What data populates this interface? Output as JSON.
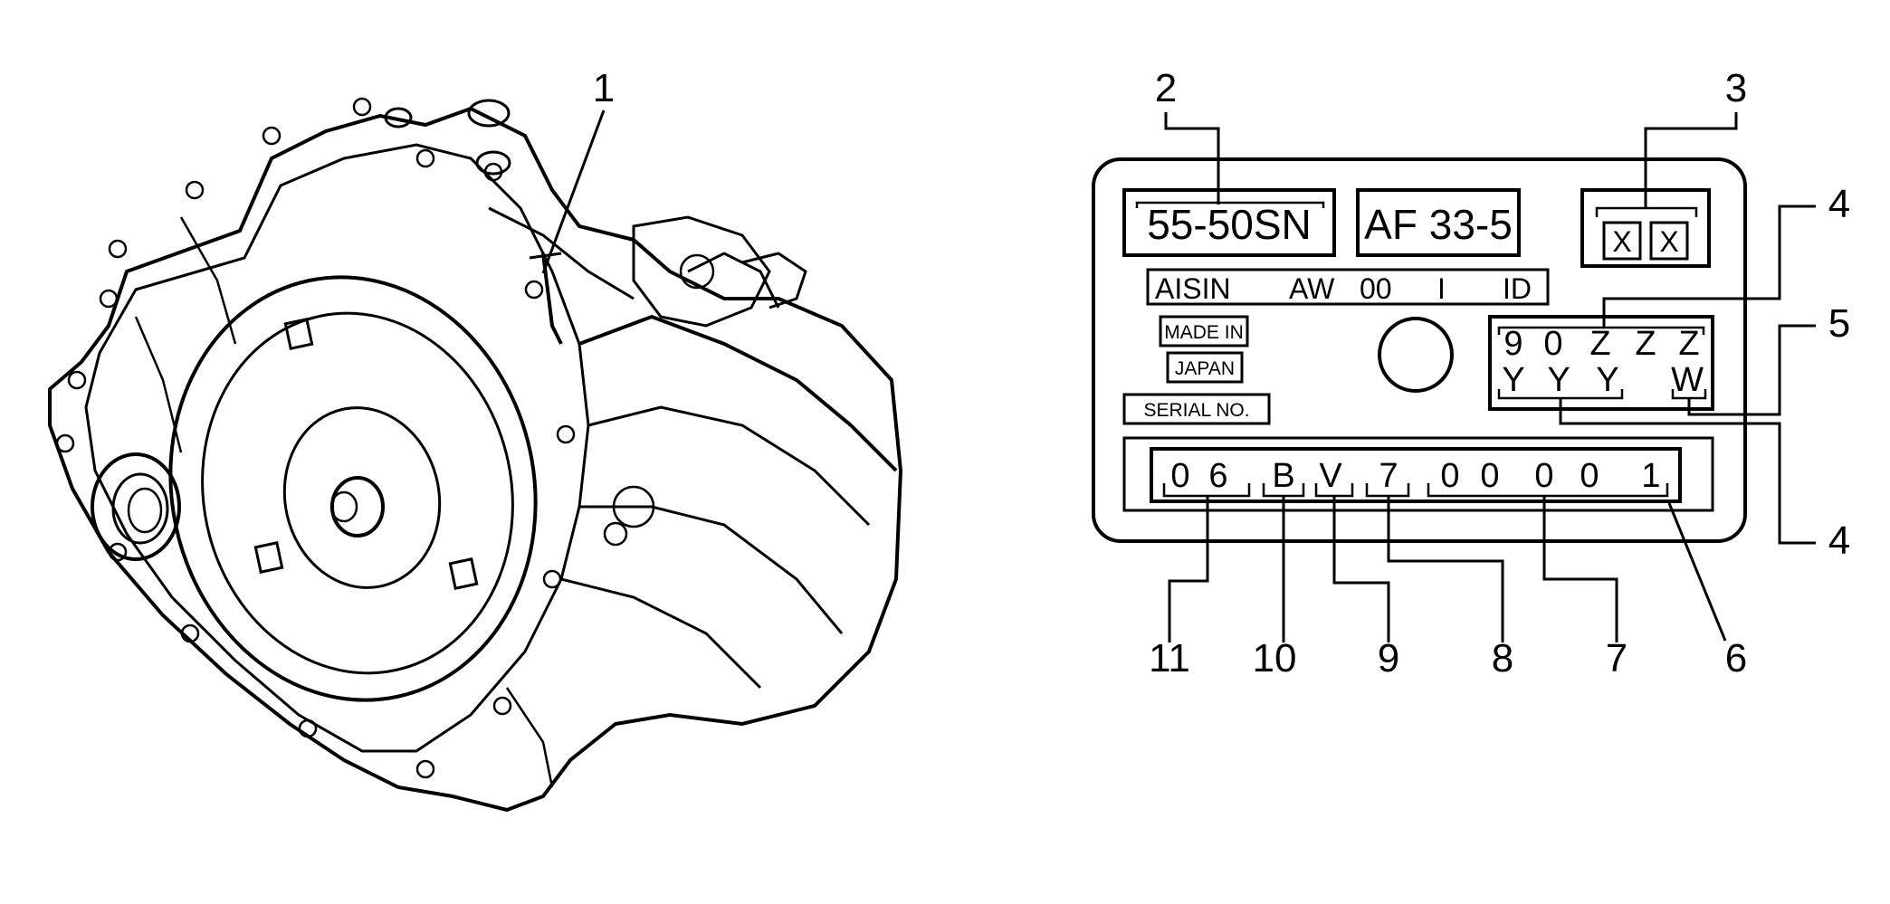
{
  "callouts": {
    "c1": "1",
    "c2": "2",
    "c3": "3",
    "c4a": "4",
    "c5": "5",
    "c4b": "4",
    "c6": "6",
    "c7": "7",
    "c8": "8",
    "c9": "9",
    "c10": "10",
    "c11": "11"
  },
  "plate": {
    "model": "55-50SN",
    "type": "AF 33-5",
    "maker_chars": [
      "A",
      "I",
      "S",
      "I",
      "N"
    ],
    "maker": "AISIN",
    "aw": "AW",
    "oo": "00",
    "i": "I",
    "id": "ID",
    "made_in": "MADE IN",
    "japan": "JAPAN",
    "serial_label": "SERIAL NO.",
    "x1": "X",
    "x2": "X",
    "code_row1": [
      "9",
      "0",
      "Z",
      "Z",
      "Z"
    ],
    "code_row2": [
      "Y",
      "Y",
      "Y",
      "W"
    ],
    "serial_digits": [
      "0",
      "6",
      "B",
      "V",
      "7",
      "0",
      "0",
      "0",
      "0",
      "1"
    ]
  }
}
